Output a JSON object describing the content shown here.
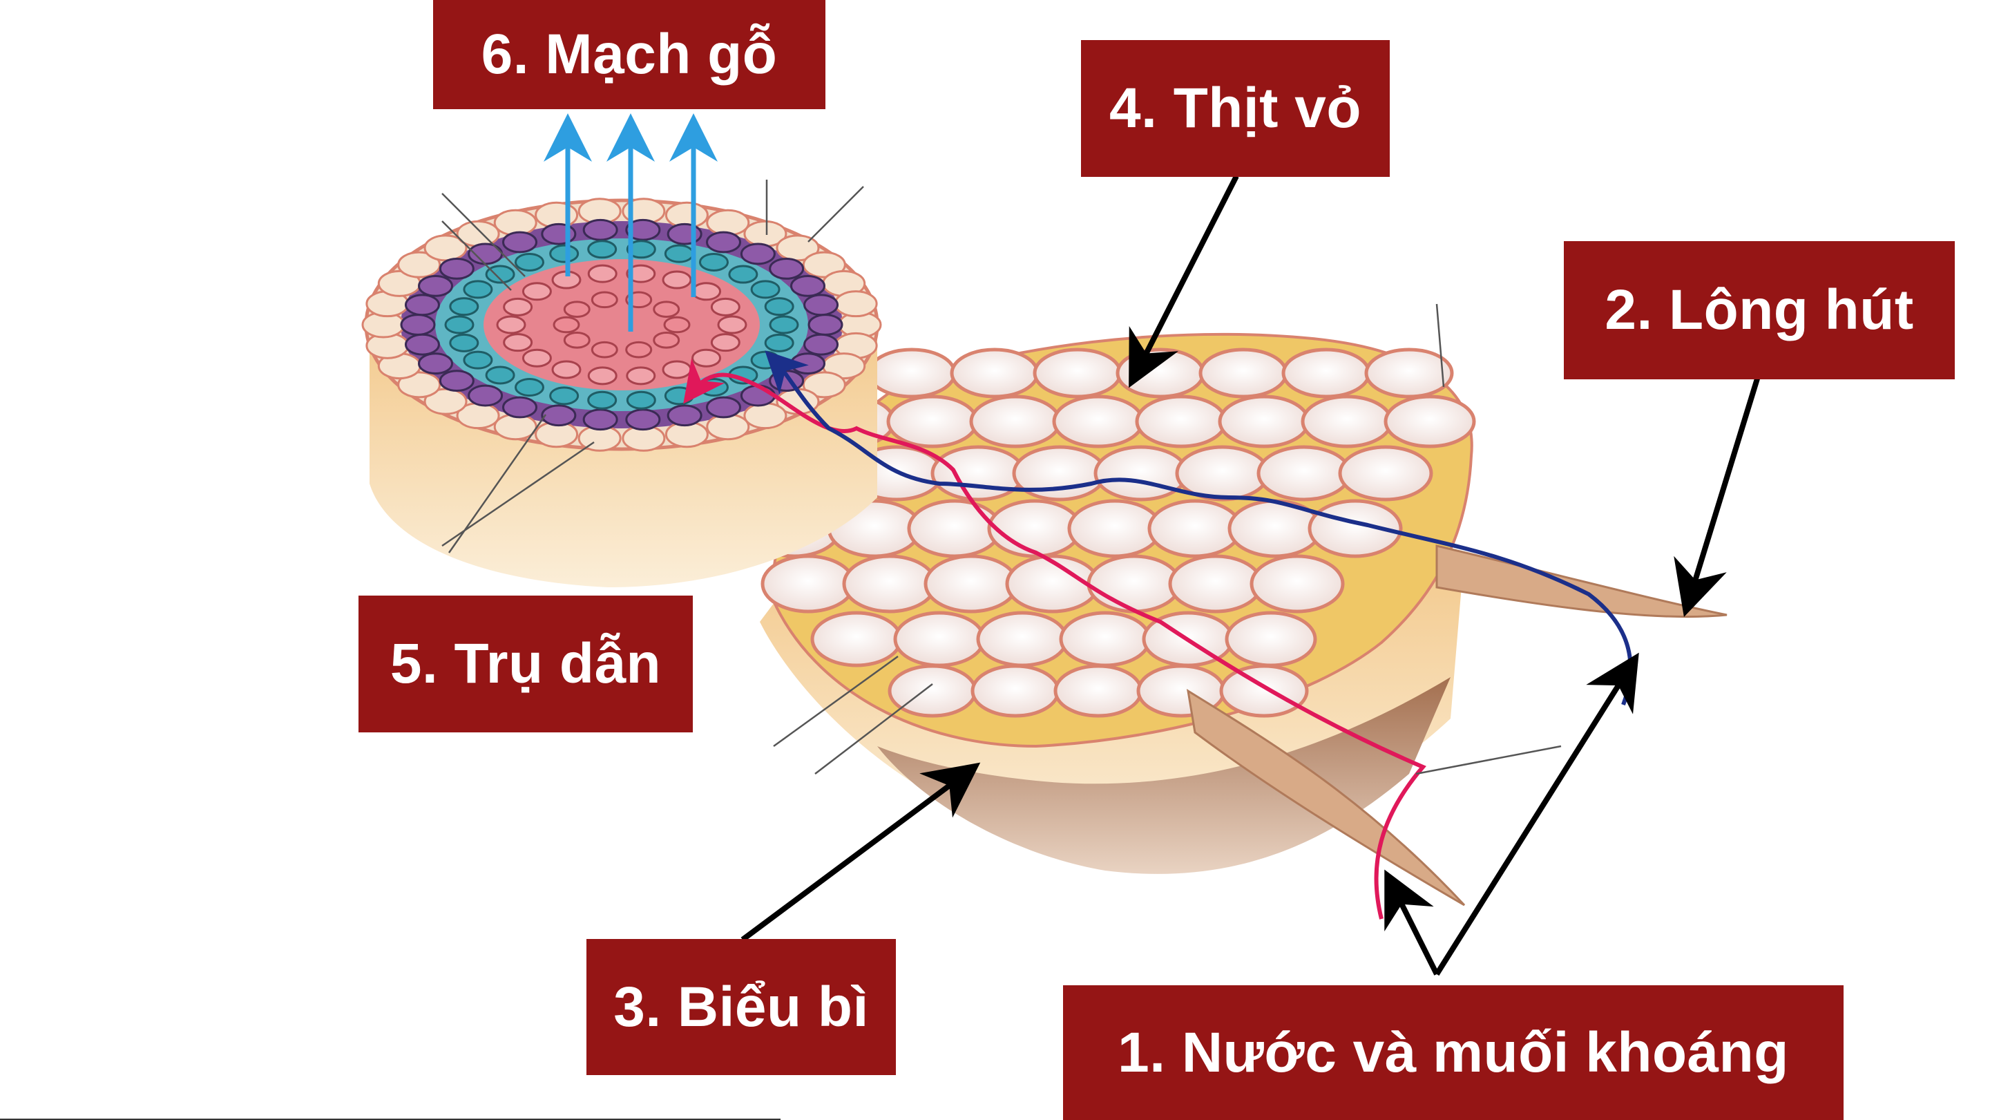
{
  "labels": {
    "water_minerals": "1. Nước và muối khoáng",
    "root_hair": "2. Lông hút",
    "epidermis": "3. Biểu bì",
    "cortex": "4. Thịt vỏ",
    "vascular_cylinder": "5. Trụ dẫn",
    "xylem": "6. Mạch gỗ"
  },
  "colors": {
    "label_bg": "#951515",
    "label_text": "#ffffff",
    "water_path_1": "#e0185a",
    "water_path_2": "#1b2f8a",
    "xylem_arrow": "#2e9ee0",
    "pointer_arrow": "#000000",
    "cortex_cell": "#f3e6e3",
    "cell_wall": "#d9826e",
    "intercellular": "#eec45a",
    "epidermis_cell": "#c39372",
    "stele_purple": "#8e5aa8",
    "stele_teal": "#3fa9b8",
    "stele_red": "#e0707a"
  }
}
